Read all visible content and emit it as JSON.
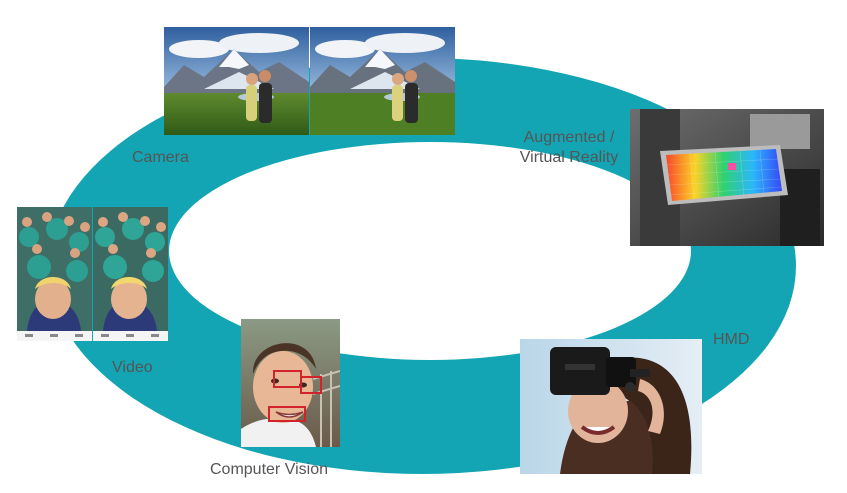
{
  "colors": {
    "ring": "#13a5b4",
    "background": "#ffffff",
    "label": "#555555",
    "face_box": "#d2232a"
  },
  "nodes": [
    {
      "id": "camera",
      "label": "Camera",
      "image": "mountain-glacier-couple-photo"
    },
    {
      "id": "ar_vr",
      "label_line1": "Augmented /",
      "label_line2": "Virtual Reality",
      "image": "depth-sensor-point-cloud-photo"
    },
    {
      "id": "hmd",
      "label": "HMD",
      "image": "woman-wearing-headset-photo"
    },
    {
      "id": "computer_vision",
      "label": "Computer Vision",
      "image": "boy-face-detection-photo"
    },
    {
      "id": "video",
      "label": "Video",
      "image": "crowd-selfie-phone-screens"
    }
  ]
}
